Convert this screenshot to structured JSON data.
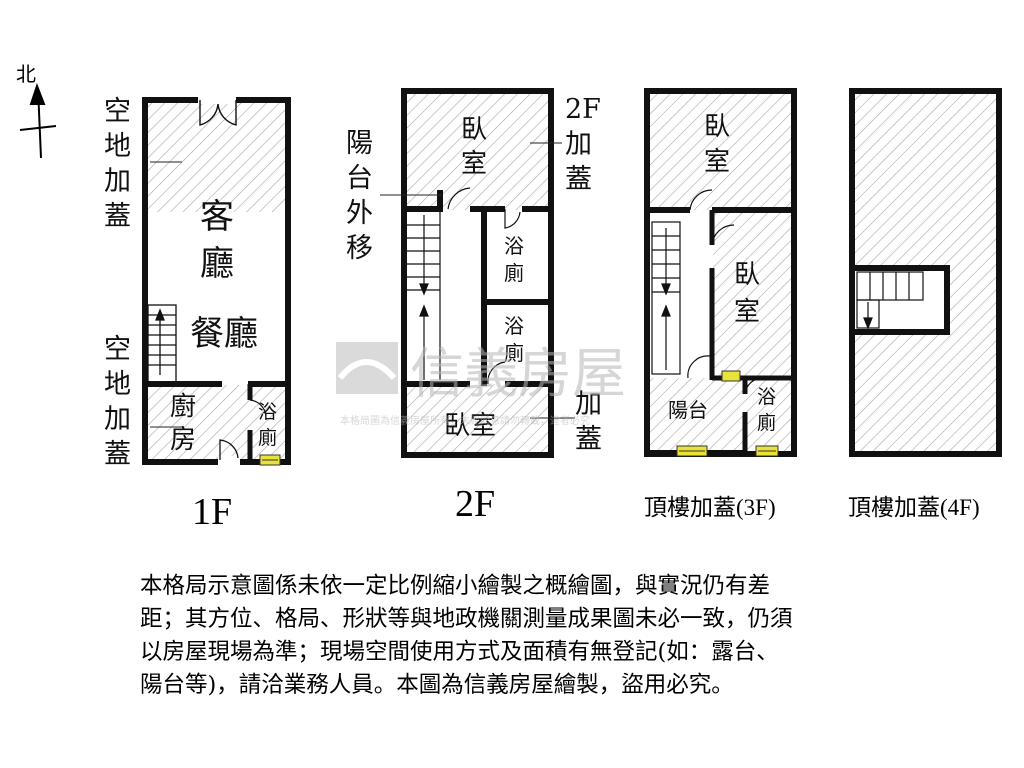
{
  "compass": {
    "north": "北"
  },
  "floors": {
    "f1": {
      "label": "1F",
      "rooms": {
        "living_1": "客",
        "living_2": "廳",
        "dining": "餐廳",
        "kitchen_1": "廚",
        "kitchen_2": "房",
        "bath_1": "浴",
        "bath_2": "廁"
      },
      "callouts": {
        "addon_top": [
          "空",
          "地",
          "加",
          "蓋"
        ],
        "addon_bottom": [
          "空",
          "地",
          "加",
          "蓋"
        ]
      }
    },
    "f2": {
      "label": "2F",
      "rooms": {
        "bed_top_1": "臥",
        "bed_top_2": "室",
        "bath_a_1": "浴",
        "bath_a_2": "廁",
        "bath_b_1": "浴",
        "bath_b_2": "廁",
        "bed_bottom": "臥室"
      },
      "callouts": {
        "balcony_moved": [
          "陽",
          "台",
          "外",
          "移"
        ],
        "addon_2f": [
          "2F",
          "加",
          "蓋"
        ],
        "addon_right": [
          "加",
          "蓋"
        ]
      }
    },
    "f3": {
      "label": "頂樓加蓋(3F)",
      "rooms": {
        "bed_top_1": "臥",
        "bed_top_2": "室",
        "bed_mid_1": "臥",
        "bed_mid_2": "室",
        "balcony": "陽台",
        "bath_1": "浴",
        "bath_2": "廁"
      }
    },
    "f4": {
      "label": "頂樓加蓋(4F)"
    }
  },
  "watermark": {
    "brand": "信義房屋",
    "notice": "本格局圖為信義房屋所有，未經同意請勿轉載，違者必究"
  },
  "disclaimer": [
    "本格局示意圖係未依一定比例縮小繪製之概繪圖，與實況仍有差",
    "距；其方位、格局、形狀等與地政機關測量成果圖未必一致，仍須",
    "以房屋現場為準；現場空間使用方式及面積有無登記(如：露台、",
    "陽台等)，請洽業務人員。本圖為信義房屋繪製，盜用必究。"
  ],
  "colors": {
    "wall": "#111111",
    "hatch": "#9a9a9a",
    "window": "#e8e23a",
    "watermark": "#c8c8c8"
  }
}
